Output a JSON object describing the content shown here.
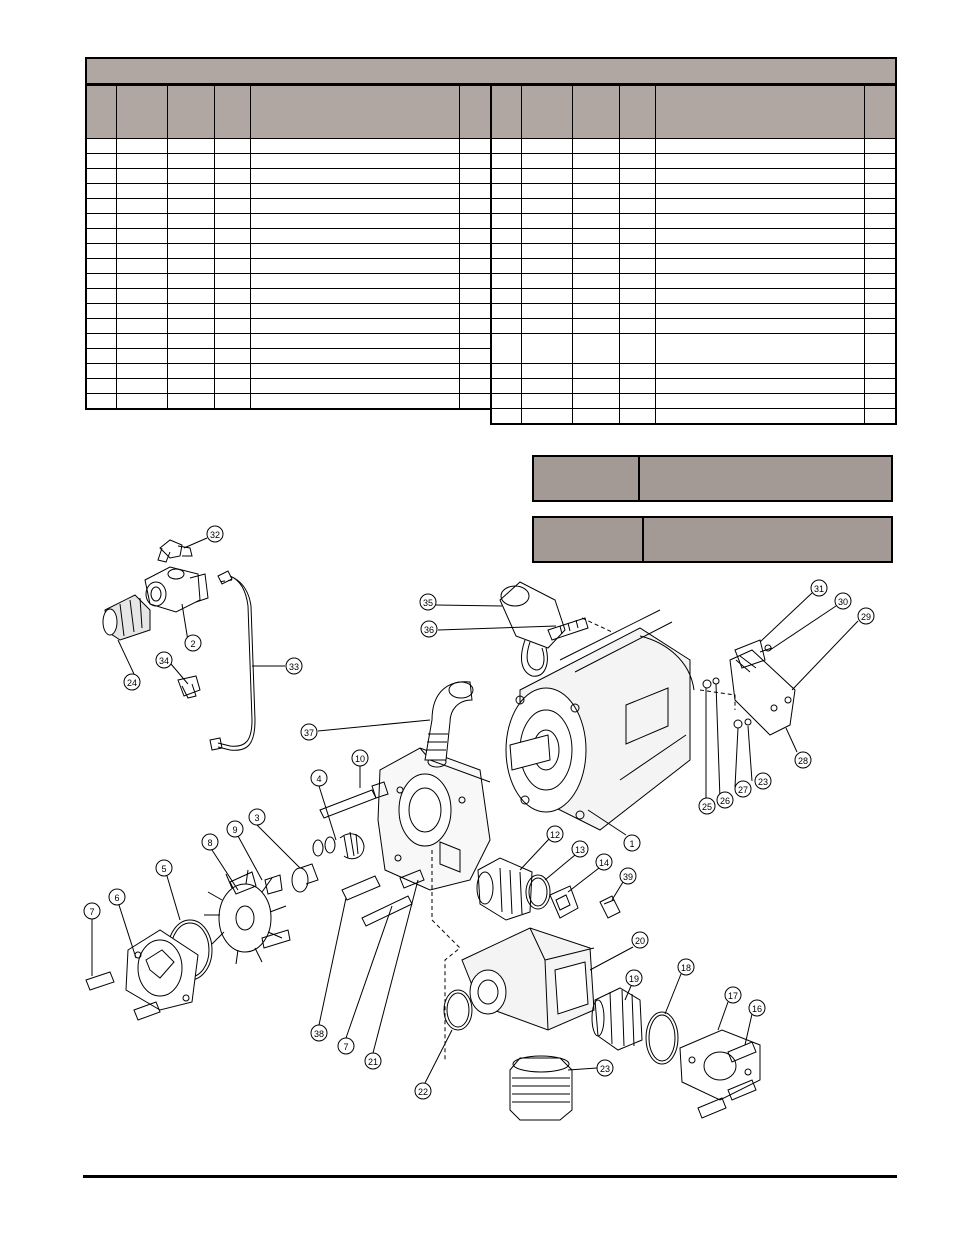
{
  "title_bar": {
    "fill": "#b0a7a3"
  },
  "left_table": {
    "columns": 6,
    "rows": 18
  },
  "right_table": {
    "columns": 6,
    "rows": 19
  },
  "info_box_fill": "#a49a95",
  "callouts": [
    {
      "id": "c32",
      "label": "32"
    },
    {
      "id": "c2",
      "label": "2"
    },
    {
      "id": "c24",
      "label": "24"
    },
    {
      "id": "c34",
      "label": "34"
    },
    {
      "id": "c33",
      "label": "33"
    },
    {
      "id": "c35",
      "label": "35"
    },
    {
      "id": "c36",
      "label": "36"
    },
    {
      "id": "c37",
      "label": "37"
    },
    {
      "id": "c31",
      "label": "31"
    },
    {
      "id": "c30",
      "label": "30"
    },
    {
      "id": "c29",
      "label": "29"
    },
    {
      "id": "c28",
      "label": "28"
    },
    {
      "id": "c23r",
      "label": "23"
    },
    {
      "id": "c27",
      "label": "27"
    },
    {
      "id": "c26",
      "label": "26"
    },
    {
      "id": "c25",
      "label": "25"
    },
    {
      "id": "c1",
      "label": "1"
    },
    {
      "id": "c10",
      "label": "10"
    },
    {
      "id": "c4",
      "label": "4"
    },
    {
      "id": "c3",
      "label": "3"
    },
    {
      "id": "c9",
      "label": "9"
    },
    {
      "id": "c8",
      "label": "8"
    },
    {
      "id": "c5",
      "label": "5"
    },
    {
      "id": "c6",
      "label": "6"
    },
    {
      "id": "c7a",
      "label": "7"
    },
    {
      "id": "c38",
      "label": "38"
    },
    {
      "id": "c7b",
      "label": "7"
    },
    {
      "id": "c21",
      "label": "21"
    },
    {
      "id": "c12",
      "label": "12"
    },
    {
      "id": "c13",
      "label": "13"
    },
    {
      "id": "c14",
      "label": "14"
    },
    {
      "id": "c39",
      "label": "39"
    },
    {
      "id": "c20",
      "label": "20"
    },
    {
      "id": "c19",
      "label": "19"
    },
    {
      "id": "c18",
      "label": "18"
    },
    {
      "id": "c17",
      "label": "17"
    },
    {
      "id": "c16",
      "label": "16"
    },
    {
      "id": "c22",
      "label": "22"
    },
    {
      "id": "c23",
      "label": "23"
    }
  ]
}
